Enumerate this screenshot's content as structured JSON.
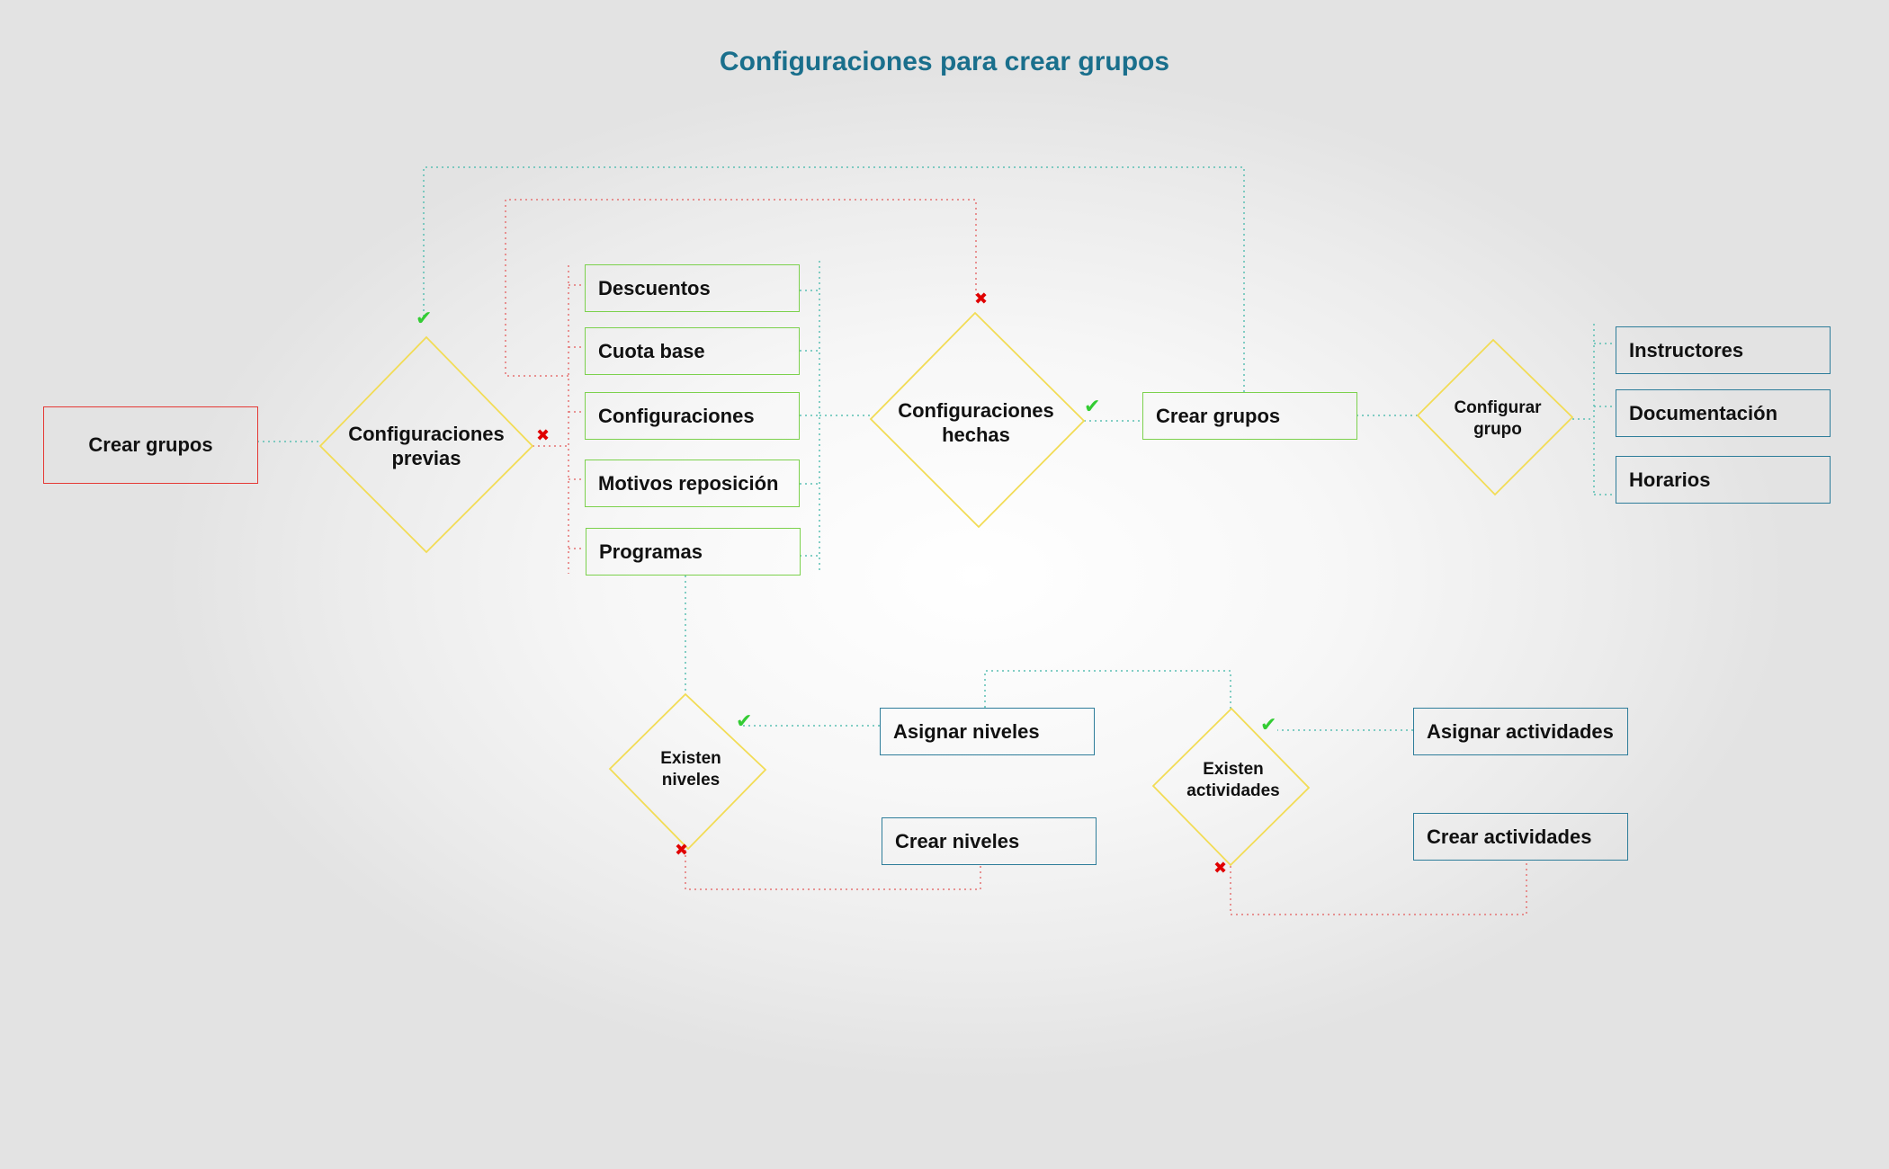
{
  "title": "Configuraciones para crear grupos",
  "colors": {
    "title": "#1a6f8c",
    "diamond": "#f2dc55",
    "red_border": "#e53935",
    "green_border": "#7cd14d",
    "blue_border": "#2e7d9a",
    "connector_teal": "#5bbfb3",
    "connector_red": "#e57373",
    "check": "#33cc33",
    "cross": "#e00000"
  },
  "boxes": {
    "crear_grupos_inicio": "Crear grupos",
    "descuentos": "Descuentos",
    "cuota_base": "Cuota base",
    "configuraciones": "Configuraciones",
    "motivos_reposicion": "Motivos reposición",
    "programas": "Programas",
    "crear_grupos": "Crear grupos",
    "instructores": "Instructores",
    "documentacion": "Documentación",
    "horarios": "Horarios",
    "asignar_niveles": "Asignar niveles",
    "crear_niveles": "Crear niveles",
    "asignar_actividades": "Asignar actividades",
    "crear_actividades": "Crear actividades"
  },
  "decisions": {
    "configuraciones_previas": [
      "Configuraciones",
      "previas"
    ],
    "configuraciones_hechas": [
      "Configuraciones",
      "hechas"
    ],
    "configurar_grupo": [
      "Configurar",
      "grupo"
    ],
    "existen_niveles": [
      "Existen",
      "niveles"
    ],
    "existen_actividades": [
      "Existen",
      "actividades"
    ]
  },
  "markers": {
    "check_icon": "check-icon",
    "cross_icon": "cross-icon"
  }
}
